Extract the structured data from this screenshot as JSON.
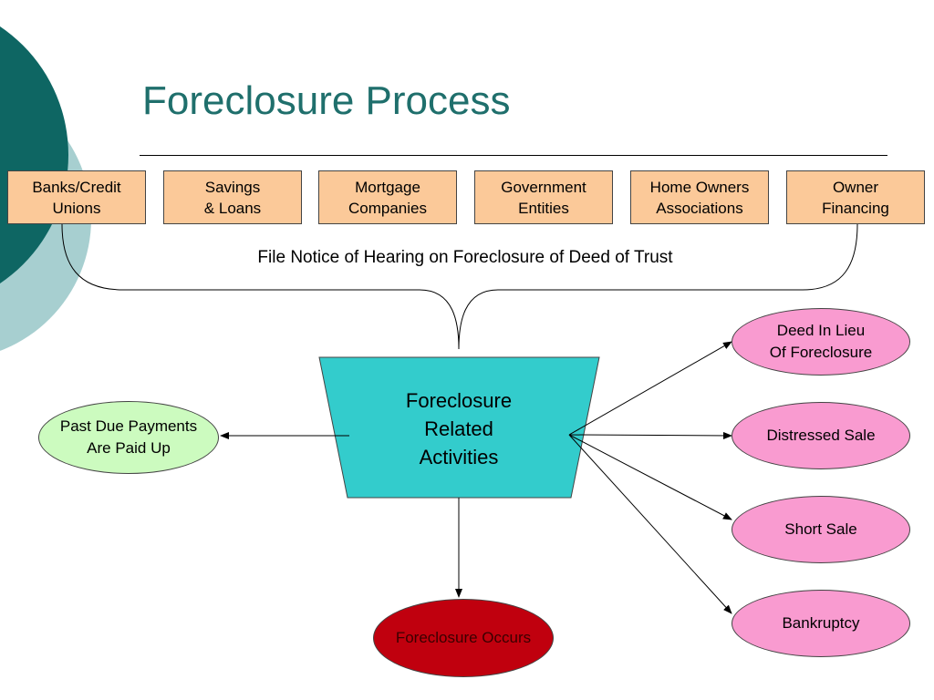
{
  "title": "Foreclosure Process",
  "sources": [
    "Banks/Credit\nUnions",
    "Savings\n& Loans",
    "Mortgage\nCompanies",
    "Government\nEntities",
    "Home Owners\nAssociations",
    "Owner\nFinancing"
  ],
  "caption": "File Notice of Hearing on Foreclosure of Deed of Trust",
  "center": "Foreclosure\nRelated\nActivities",
  "outcomes_right": [
    "Deed In Lieu\nOf Foreclosure",
    "Distressed Sale",
    "Short Sale",
    "Bankruptcy"
  ],
  "outcome_left": "Past Due Payments\nAre Paid Up",
  "outcome_bottom": "Foreclosure Occurs",
  "colors": {
    "title": "#1f6f6c",
    "source_fill": "#fbc999",
    "trapezoid_fill": "#33cccc",
    "pink_fill": "#f99bd0",
    "green_fill": "#ccfbbf",
    "red_fill": "#c0000e",
    "deco_dark": "#0e6663",
    "deco_light": "#a7cfd0"
  }
}
